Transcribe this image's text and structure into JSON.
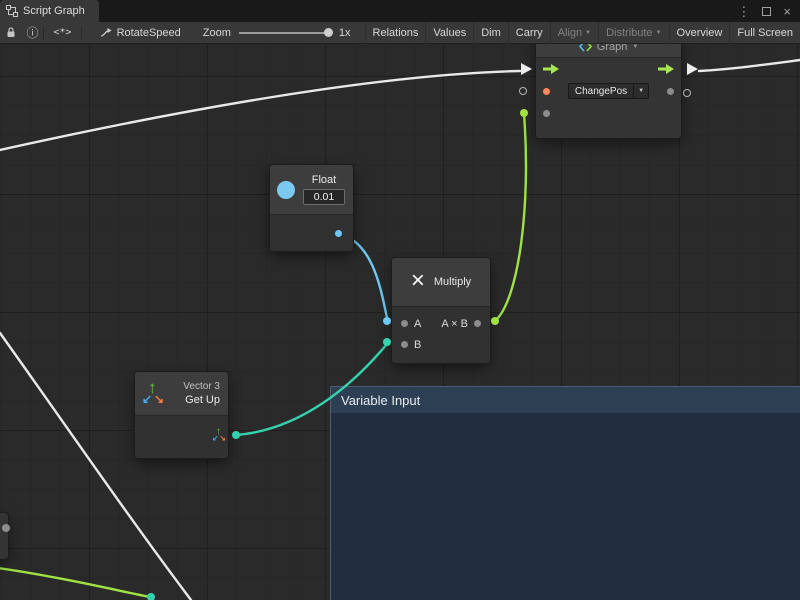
{
  "window": {
    "tab_title": "Script Graph",
    "controls": {
      "menu": "⋮",
      "close": "×"
    }
  },
  "toolbar": {
    "info_glyph": "ⓘ",
    "code_glyph": "<*>",
    "graph_name": "RotateSpeed",
    "zoom_label": "Zoom",
    "zoom_value": "1x",
    "caret": "▼",
    "buttons": {
      "relations": "Relations",
      "values": "Values",
      "dim": "Dim",
      "carry": "Carry",
      "align": "Align",
      "distribute": "Distribute",
      "overview": "Overview",
      "full_screen": "Full Screen"
    }
  },
  "nodes": {
    "graph": {
      "title": "Graph",
      "caret": "▼",
      "variable": "ChangePos"
    },
    "float": {
      "title": "Float",
      "value": "0.01"
    },
    "multiply": {
      "glyph": "×",
      "title": "Multiply",
      "port_a": "A",
      "port_b": "B",
      "port_result": "A × B"
    },
    "vector3": {
      "type": "Vector 3",
      "title": "Get Up",
      "arrow_up": "↑",
      "arrow_sw": "↙",
      "arrow_se": "↘"
    }
  },
  "group": {
    "title": "Variable Input"
  },
  "colors": {
    "wire_white": "#e9e9e9",
    "wire_blue": "#6fc8f1",
    "wire_teal": "#35d3ad",
    "wire_green": "#9fe245",
    "port_orange": "#ff8a5e",
    "port_gray": "#8d8d8d",
    "group_header": "#2d3f53"
  }
}
